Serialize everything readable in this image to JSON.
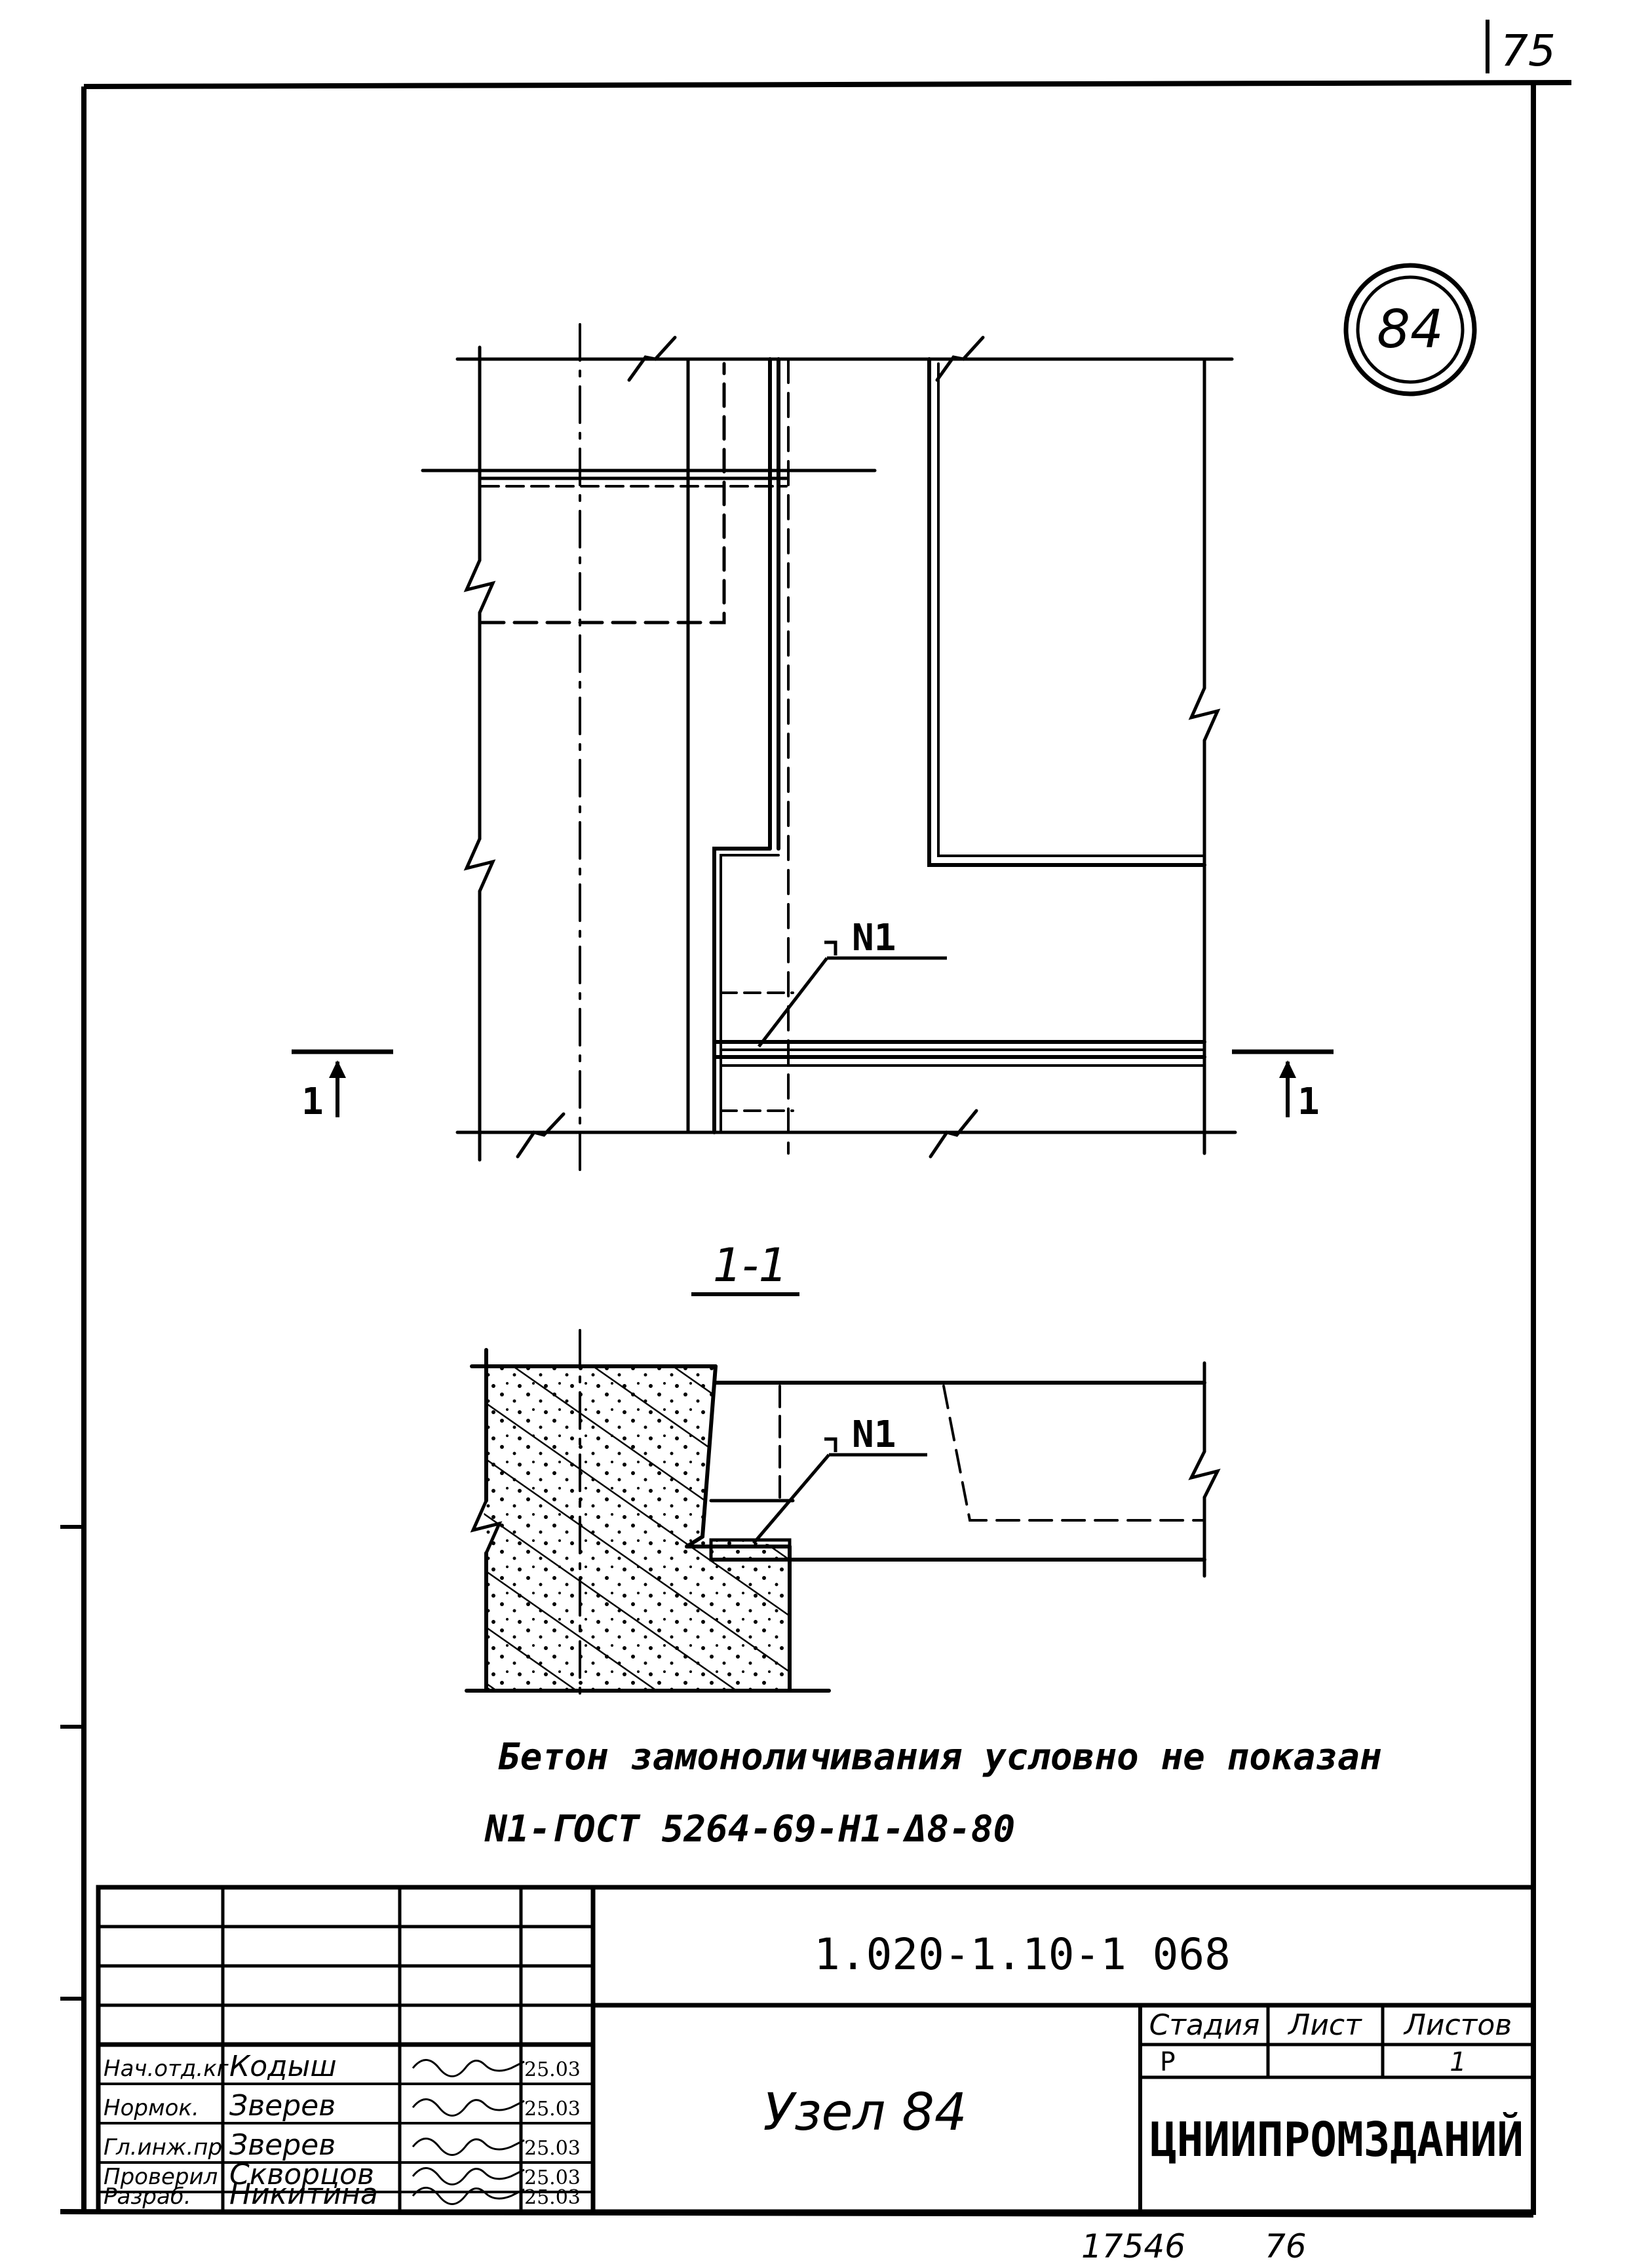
{
  "page": {
    "sheet_number": "75",
    "bottom_numbers": [
      "17546",
      "76"
    ]
  },
  "node": {
    "badge_number": "84"
  },
  "plan_view": {
    "section_mark_left": "1",
    "section_mark_right": "1",
    "callout": "N1"
  },
  "section_view": {
    "title": "1-1",
    "callout": "N1"
  },
  "notes": [
    "Бетон замоноличивания условно не показан",
    "N1-ГОСТ 5264-69-Н1-Δ8-80"
  ],
  "title_block": {
    "document_code": "1.020-1.10-1 068",
    "drawing_name": "Узел 84",
    "organization": "ЦНИИПРОМЗДАНИЙ",
    "stage_header": "Стадия",
    "sheet_header": "Лист",
    "sheets_header": "Листов",
    "stage_value": "Р",
    "sheet_value": "",
    "sheets_value": "1",
    "signatures": [
      {
        "role": "Нач.отд.кг",
        "name": "Кодыш",
        "date": "25.03"
      },
      {
        "role": "Нормок.",
        "name": "Зверев",
        "date": "25.03"
      },
      {
        "role": "Гл.инж.пр",
        "name": "Зверев",
        "date": "25.03"
      },
      {
        "role": "Проверил",
        "name": "Скворцов",
        "date": "25.03"
      },
      {
        "role": "Разраб.",
        "name": "Никитина",
        "date": "25.03"
      }
    ]
  }
}
